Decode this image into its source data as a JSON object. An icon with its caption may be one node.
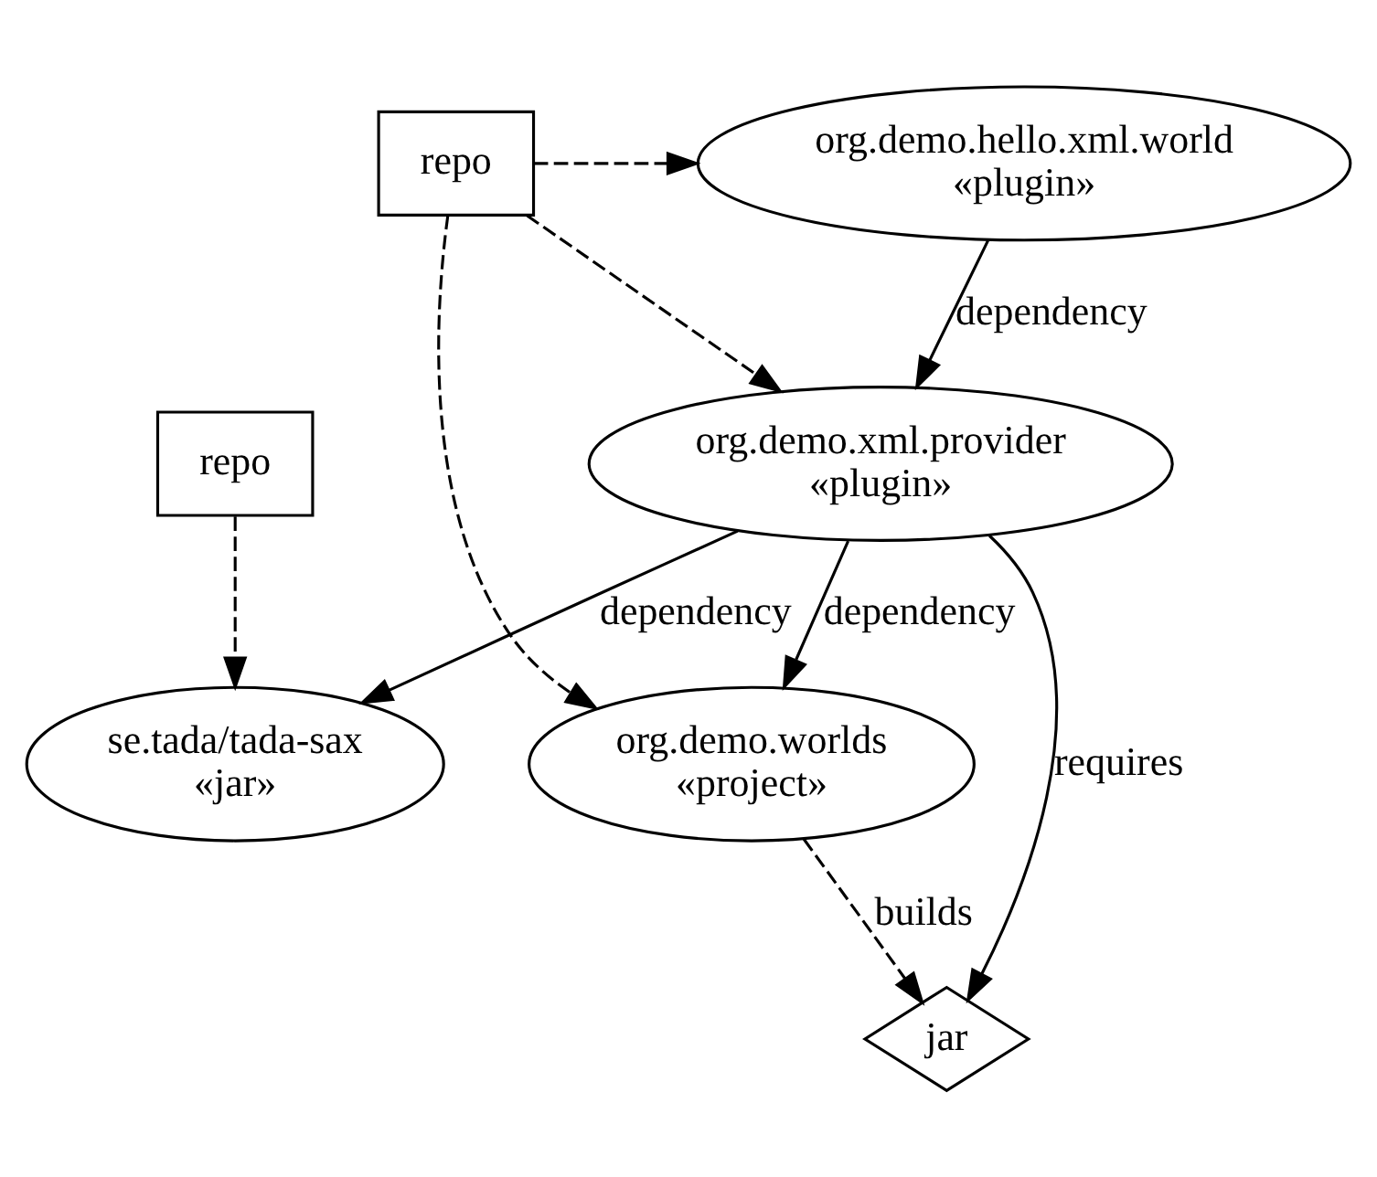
{
  "diagram": {
    "nodes": [
      {
        "text": [
          "repo"
        ]
      },
      {
        "text": [
          "org.demo.hello.xml.world",
          "«plugin»"
        ]
      },
      {
        "text": [
          "org.demo.xml.provider",
          "«plugin»"
        ]
      },
      {
        "text": [
          "repo"
        ]
      },
      {
        "text": [
          "se.tada/tada-sax",
          "«jar»"
        ]
      },
      {
        "text": [
          "org.demo.worlds",
          "«project»"
        ]
      },
      {
        "text": [
          "jar"
        ]
      }
    ],
    "edges": [
      {
        "from": 0,
        "to": 1,
        "arrow": "to",
        "style": "dashed"
      },
      {
        "from": 0,
        "to": 2,
        "arrow": "to",
        "style": "dashed"
      },
      {
        "from": 1,
        "to": 2,
        "arrow": "to",
        "label": "dependency"
      },
      {
        "from": 3,
        "to": 4,
        "arrow": "to",
        "style": "dashed"
      },
      {
        "from": 0,
        "to": 5,
        "arrow": "to",
        "style": "dashed"
      },
      {
        "from": 2,
        "to": 4,
        "arrow": "to",
        "label": "dependency"
      },
      {
        "from": 2,
        "to": 5,
        "arrow": "to",
        "label": "dependency"
      },
      {
        "from": 2,
        "to": 6,
        "arrow": "to",
        "label": "requires"
      },
      {
        "from": 5,
        "to": 6,
        "arrow": "to",
        "label": "builds",
        "style": "dashed"
      }
    ]
  }
}
